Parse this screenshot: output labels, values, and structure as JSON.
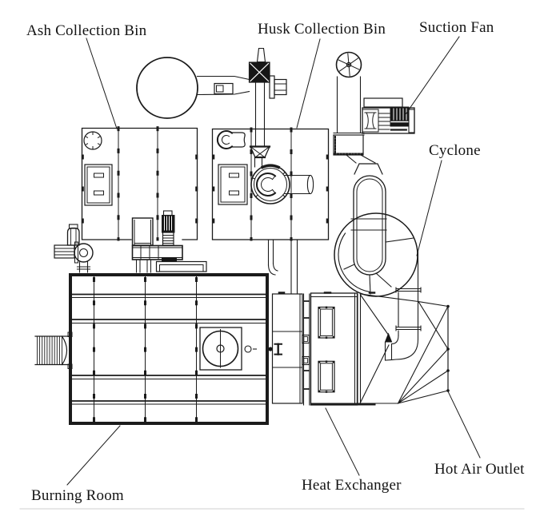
{
  "diagram": {
    "type": "technical-drawing",
    "labels": {
      "ash_collection_bin": "Ash Collection Bin",
      "husk_collection_bin": "Husk Collection Bin",
      "suction_fan": "Suction Fan",
      "cyclone": "Cyclone",
      "burning_room": "Burning Room",
      "heat_exchanger": "Heat Exchanger",
      "hot_air_outlet": "Hot Air Outlet"
    },
    "colors": {
      "line": "#1b1b1b",
      "dark_fill": "#161616",
      "background": "#ffffff",
      "faint_line": "#cfcfcf"
    }
  }
}
